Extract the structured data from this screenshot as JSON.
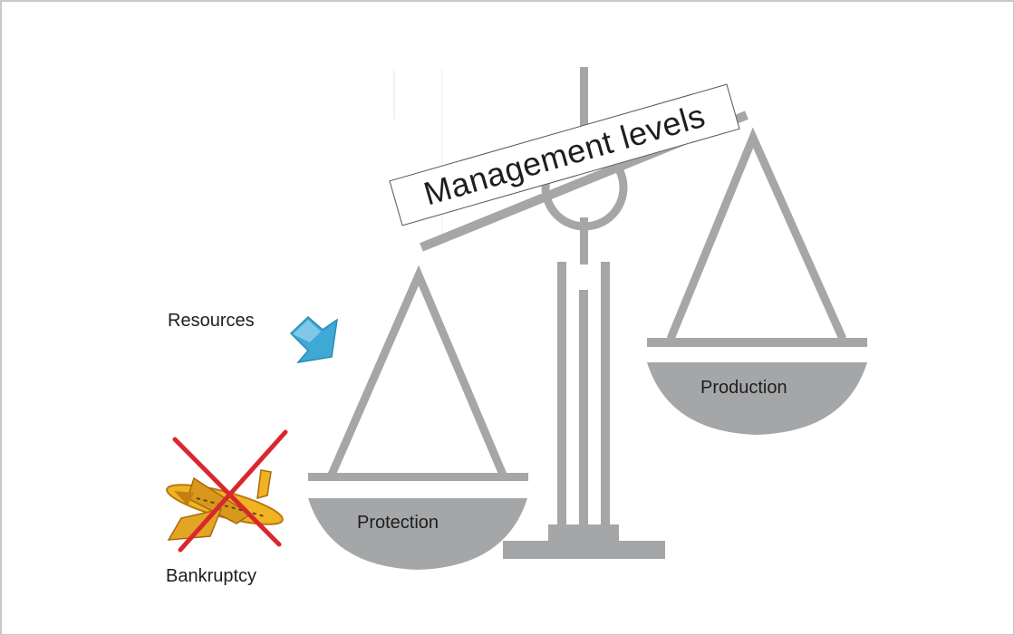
{
  "title": "Management levels",
  "left_pan_label": "Protection",
  "right_pan_label": "Production",
  "input_label": "Resources",
  "risk_label": "Bankruptcy",
  "colors": {
    "scale": "#a4a6a8",
    "pan_fill": "#a4a6a8",
    "arrow": "#3fa9d6",
    "cross": "#d9272e",
    "plane_body": "#f0b323",
    "plane_dark": "#c47e12",
    "frame_border": "#c8c8c8"
  },
  "icons": [
    "down-right-arrow-icon",
    "airplane-icon",
    "cross-icon"
  ]
}
